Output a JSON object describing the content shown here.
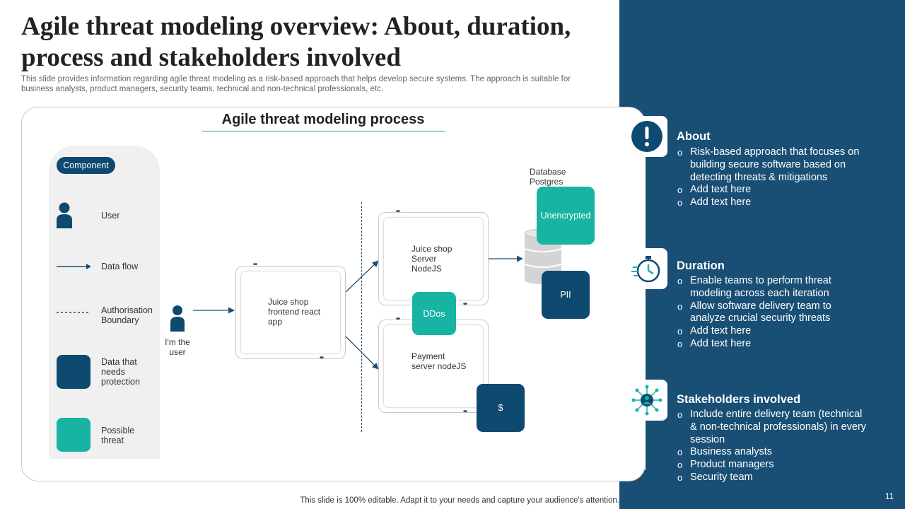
{
  "slide": {
    "title": "Agile threat modeling overview: About, duration, process and stakeholders involved",
    "subtitle": "This slide provides information regarding agile threat modeling as a risk-based approach that helps develop secure systems. The approach is suitable for business analysts, product managers, security teams, technical and non-technical professionals, etc.",
    "footer": "This slide is 100% editable. Adapt it to your needs and capture your audience's attention.",
    "page_number": "11"
  },
  "process": {
    "title": "Agile threat modeling process",
    "legend": {
      "pill": "Component",
      "items": [
        "User",
        "Data flow",
        "Authorisation Boundary",
        "Data that needs protection",
        "Possible threat"
      ]
    },
    "user_label": "I'm the user",
    "frontend": "Juice shop frontend react app",
    "server": "Juice shop Server NodeJS",
    "payment": "Payment server nodeJS",
    "database": "Database Postgres",
    "boxes": {
      "unencrypted": "Unencrypted",
      "pii": "PII",
      "ddos": "DDos",
      "dollar": "$"
    }
  },
  "sections": {
    "about": {
      "heading": "About",
      "items": [
        "Risk-based approach that focuses on building  secure software based on detecting threats & mitigations",
        "Add text here",
        "Add text here"
      ]
    },
    "duration": {
      "heading": "Duration",
      "items": [
        "Enable teams to perform threat modeling across each iteration",
        "Allow software delivery team to analyze crucial security threats",
        "Add text here",
        "Add text here"
      ]
    },
    "stakeholders": {
      "heading": "Stakeholders  involved",
      "items": [
        "Include entire delivery team (technical & non-technical professionals) in every session",
        "Business analysts",
        "Product managers",
        "Security team"
      ]
    }
  },
  "colors": {
    "navy": "#0e4a6f",
    "panel": "#1a4f75",
    "teal": "#17b3a3"
  }
}
